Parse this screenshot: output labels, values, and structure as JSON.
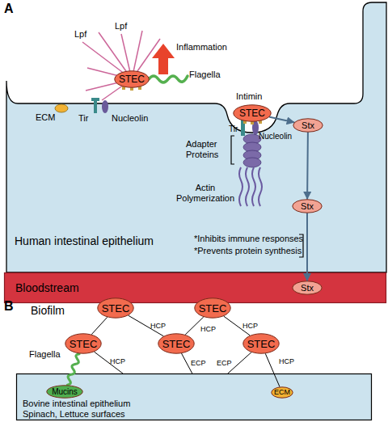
{
  "diagram": {
    "nodes": [
      {
        "text": [
          "STEC"
        ]
      },
      {
        "text": [
          "Human intestinal epithelium"
        ]
      },
      {
        "text": [
          "STEC"
        ]
      },
      {
        "text": [
          "Stx"
        ],
        "in": 1
      },
      {
        "text": [
          "Stx"
        ],
        "in": 1
      },
      {
        "text": [
          "Bloodstream"
        ]
      },
      {
        "text": [
          "Stx"
        ],
        "in": 5
      },
      {
        "text": [
          "STEC"
        ]
      },
      {
        "text": [
          "STEC"
        ]
      },
      {
        "text": [
          "STEC"
        ]
      },
      {
        "text": [
          "STEC"
        ]
      },
      {
        "text": [
          "STEC"
        ]
      },
      {
        "text": [
          "Bovine intestinal epithelium",
          "Spinach, Lettuce surfaces"
        ]
      },
      {
        "text": [
          "Mucins"
        ],
        "in": 12
      },
      {
        "text": [
          "ECM"
        ],
        "in": 12
      }
    ],
    "edges": [
      {
        "from": 2,
        "to": 3,
        "arrow": "to"
      },
      {
        "from": 3,
        "to": 4,
        "arrow": "to"
      },
      {
        "from": 4,
        "to": 6,
        "arrow": "to"
      },
      {
        "from": 7,
        "to": 9,
        "arrow": "none"
      },
      {
        "from": 7,
        "to": 10,
        "label": "HCP",
        "arrow": "none"
      },
      {
        "from": 8,
        "to": 10,
        "label": "HCP",
        "arrow": "none"
      },
      {
        "from": 8,
        "to": 11,
        "label": "HCP",
        "arrow": "none"
      },
      {
        "from": 9,
        "to": 13,
        "label": "Flagella",
        "arrow": "none"
      },
      {
        "from": 9,
        "to": 12,
        "label": "HCP",
        "arrow": "none"
      },
      {
        "from": 10,
        "to": 12,
        "label": "ECP",
        "arrow": "none"
      },
      {
        "from": 11,
        "to": 12,
        "label": "ECP",
        "arrow": "none"
      },
      {
        "from": 11,
        "to": 14,
        "label": "HCP",
        "arrow": "none"
      }
    ],
    "labels": [
      "A",
      "Lpf",
      "Lpf",
      "Inflammation",
      "Flagella",
      "Intimin",
      "ECM",
      "Tir",
      "Nucleolin",
      "Tir",
      "Nucleolin",
      "Adapter Proteins",
      "Actin Polymerization",
      "*Inhibits immune responses",
      "*Prevents protein synthesis",
      "B",
      "Biofilm"
    ]
  }
}
